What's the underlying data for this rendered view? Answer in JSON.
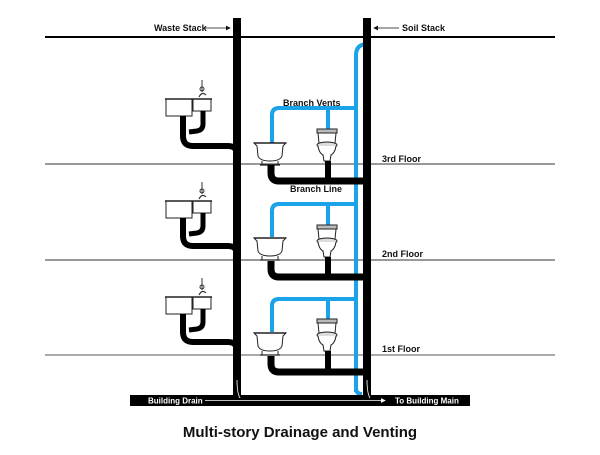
{
  "labels": {
    "waste_stack": "Waste Stack",
    "soil_stack": "Soil Stack",
    "branch_vents": "Branch Vents",
    "branch_line": "Branch Line",
    "floor_3": "3rd Floor",
    "floor_2": "2nd Floor",
    "floor_1": "1st Floor",
    "building_drain": "Building Drain",
    "to_building_main": "To Building Main"
  },
  "title": "Multi-story Drainage and Venting",
  "colors": {
    "drain_pipe": "#000000",
    "vent_pipe": "#1aa3e8",
    "floor_line": "#555555"
  },
  "floors": [
    "3rd Floor",
    "2nd Floor",
    "1st Floor"
  ],
  "fixtures_per_floor": [
    "sink",
    "bathtub",
    "toilet"
  ]
}
